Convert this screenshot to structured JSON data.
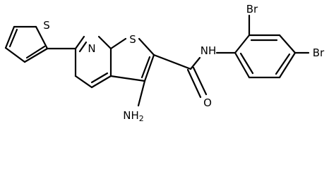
{
  "atoms": {
    "S_thiophene": "S",
    "N_pyridine": "N",
    "S_fused": "S",
    "NH_amide": "NH",
    "O_carbonyl": "O",
    "N_amino": "NH",
    "N_amino_subscript": "2",
    "Br_ortho": "Br",
    "Br_para": "Br"
  }
}
